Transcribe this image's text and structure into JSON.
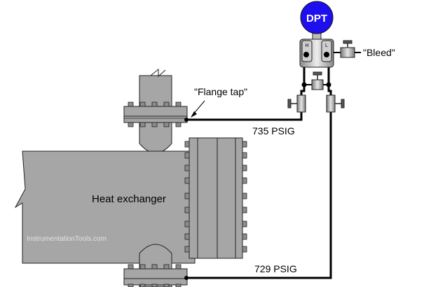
{
  "diagram": {
    "instrument_label": "DPT",
    "high_port_label": "H",
    "low_port_label": "L",
    "bleed_label": "\"Bleed\"",
    "flange_tap_label": "\"Flange tap\"",
    "upper_pressure_label": "735 PSIG",
    "lower_pressure_label": "729 PSIG",
    "vessel_label": "Heat exchanger",
    "watermark": "InstrumentationTools.com"
  },
  "colors": {
    "instrument_blue": "#1e10ee",
    "vessel_gray": "#a6a6a6",
    "bolt_gray": "#8c8c8c",
    "watermark": "#e2e2e2",
    "line": "#000000"
  }
}
